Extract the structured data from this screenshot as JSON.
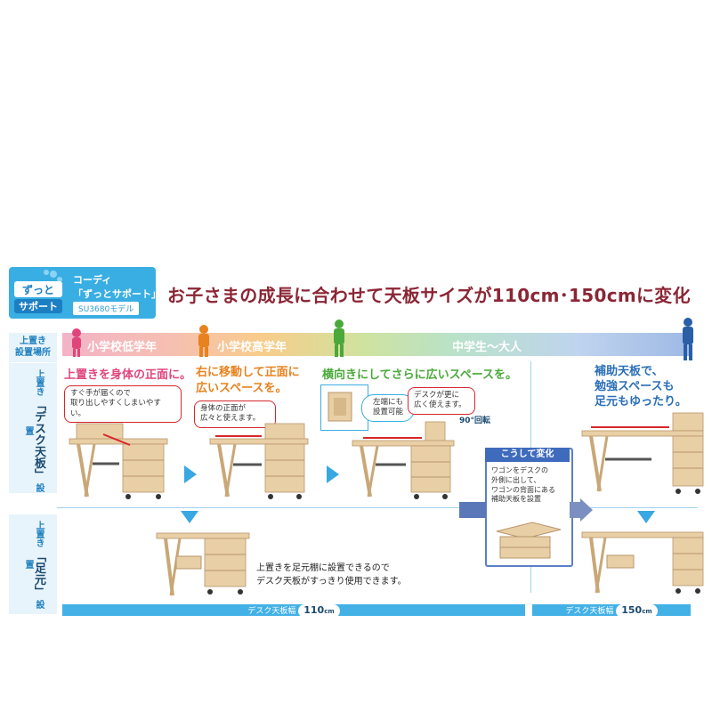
{
  "logo": {
    "mark_top": "ずっと",
    "mark_bottom": "サポート",
    "brand_line1": "コーディ",
    "brand_line2": "「ずっとサポート」",
    "model": "SU3680モデル"
  },
  "headline": "お子さまの成長に合わせて天板サイズが110cm･150cmに変化",
  "stages": {
    "label_top": "上置き",
    "label_bottom": "設置場所",
    "items": [
      "小学校低学年",
      "小学校高学年",
      "中学生～大人"
    ]
  },
  "rows": {
    "desk_top": {
      "prefix": "上置き",
      "name": "「デスク天板」",
      "suffix": "設置"
    },
    "foot": {
      "prefix": "上置き",
      "name": "「足元」",
      "suffix": "設置"
    }
  },
  "panels": {
    "p1": {
      "lead": "上置きを身体の正面に。",
      "callout": "すぐ手が届くので\n取り出しやすくしまいやすい。",
      "color": "#e0457b"
    },
    "p2": {
      "lead": "右に移動して正面に\n広いスペースを。",
      "callout": "身体の正面が\n広々と使えます。",
      "color": "#e8821e"
    },
    "p3": {
      "lead": "横向きにしてさらに広いスペースを。",
      "callout_left": "左端にも\n設置可能",
      "callout_right": "デスクが更に\n広く使えます。",
      "rotation": "90°回転",
      "color": "#4aa93a"
    },
    "p4": {
      "lead": "補助天板で、\n勉強スペースも\n足元もゆったり。",
      "color": "#2a6fb8"
    }
  },
  "change": {
    "title": "こうして変化",
    "text": "ワゴンをデスクの\n外側に出して、\nワゴンの背面にある\n補助天板を設置"
  },
  "foot_note": "上置きを足元棚に設置できるので\nデスク天板がすっきり使用できます。",
  "width_bars": [
    {
      "label": "デスク天板幅",
      "value": "110",
      "unit": "cm"
    },
    {
      "label": "デスク天板幅",
      "value": "150",
      "unit": "cm"
    }
  ],
  "colors": {
    "accent_blue": "#39aee3",
    "headline": "#8b2635",
    "callout_border": "#d6262b",
    "wood": "#e9cfa6"
  }
}
